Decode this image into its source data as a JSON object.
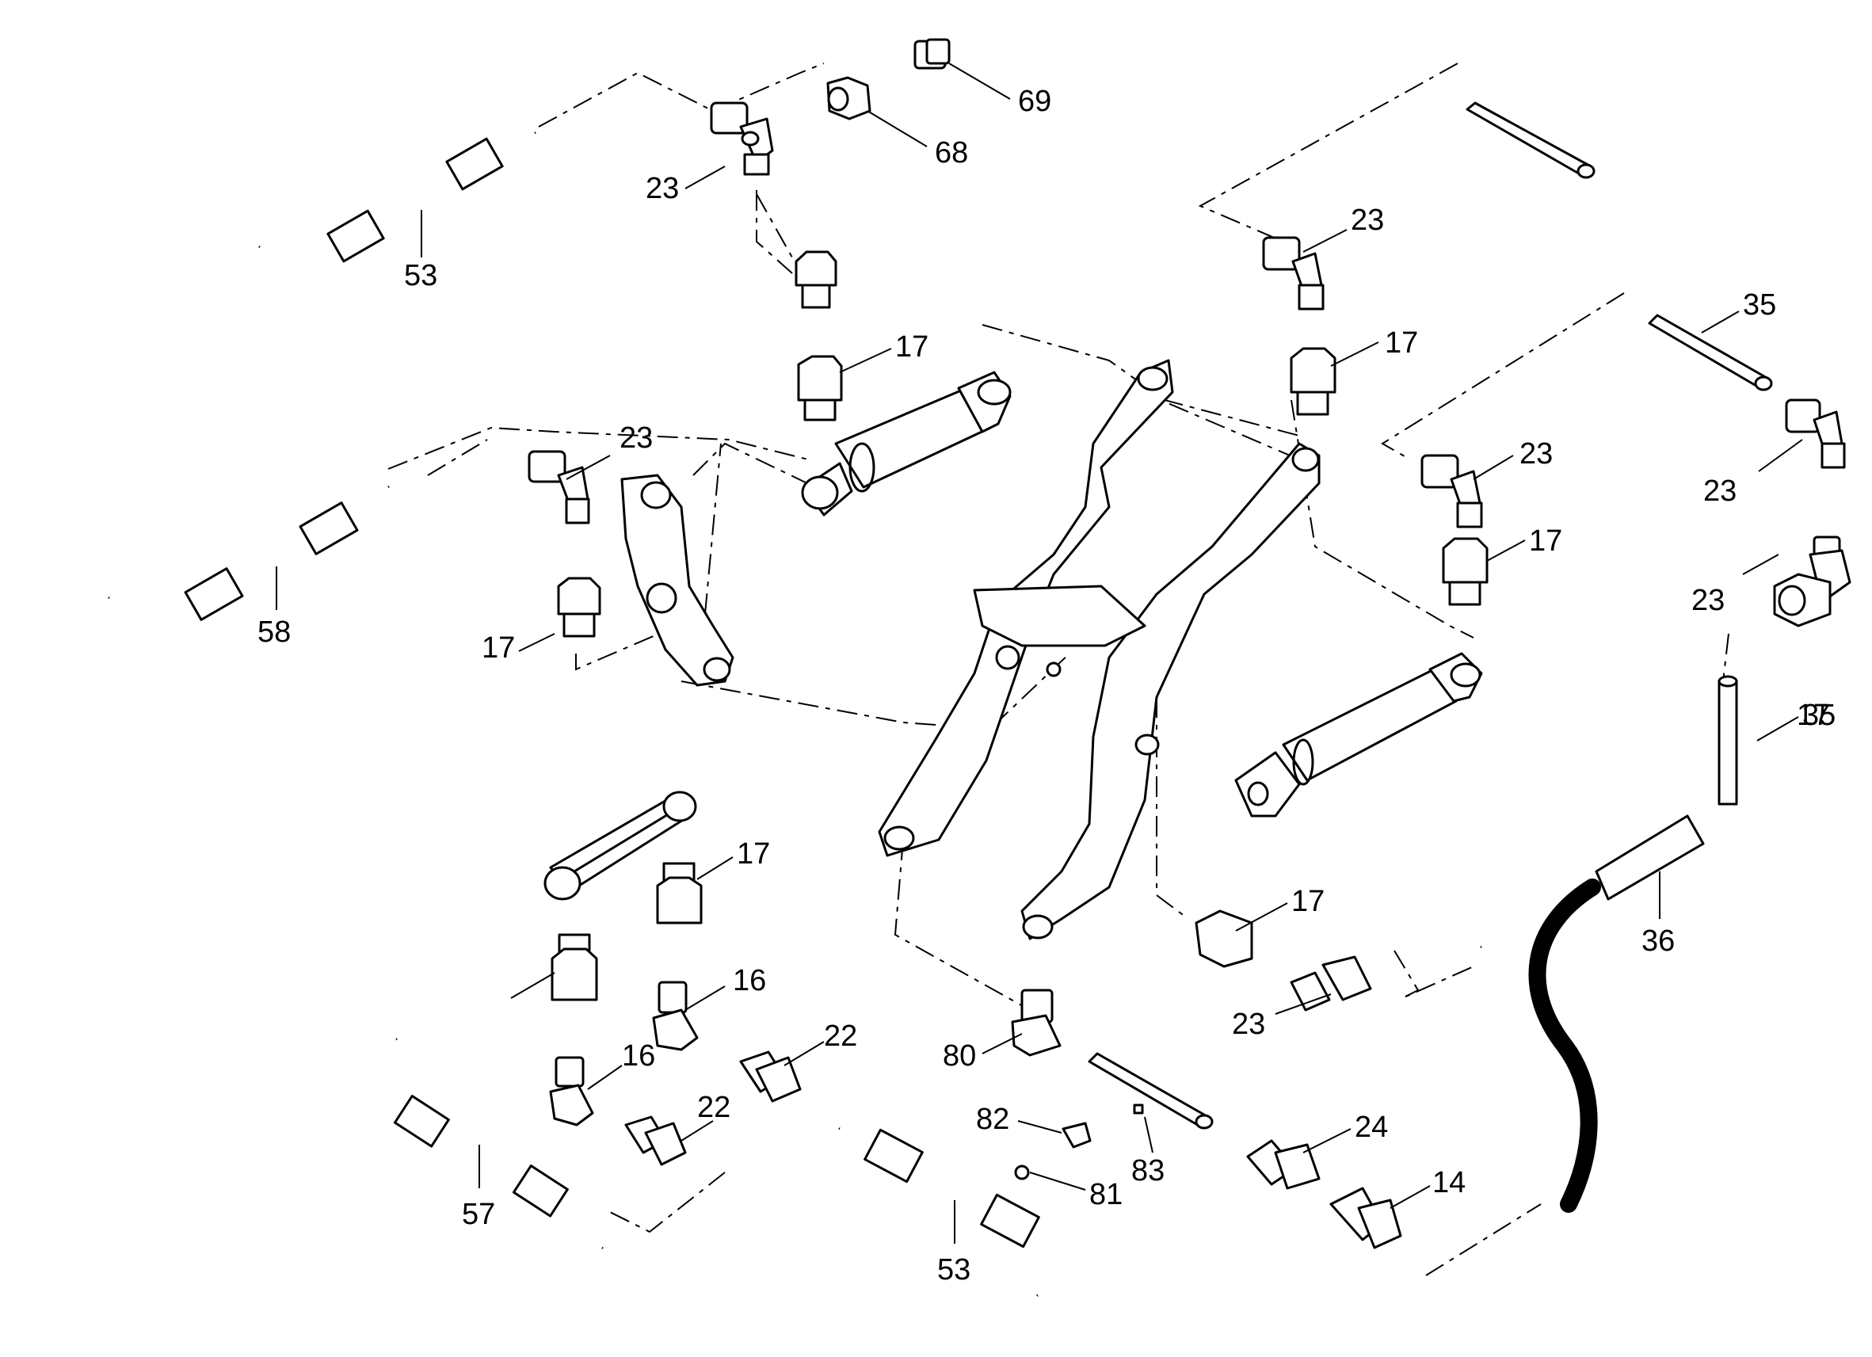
{
  "callouts": [
    "69",
    "68",
    "23",
    "53",
    "23",
    "17",
    "17",
    "35",
    "23",
    "17",
    "58",
    "23",
    "23",
    "17",
    "23",
    "17",
    "35",
    "36",
    "17",
    "17",
    "16",
    "22",
    "80",
    "16",
    "22",
    "82",
    "83",
    "24",
    "81",
    "14",
    "57",
    "53",
    "23"
  ]
}
